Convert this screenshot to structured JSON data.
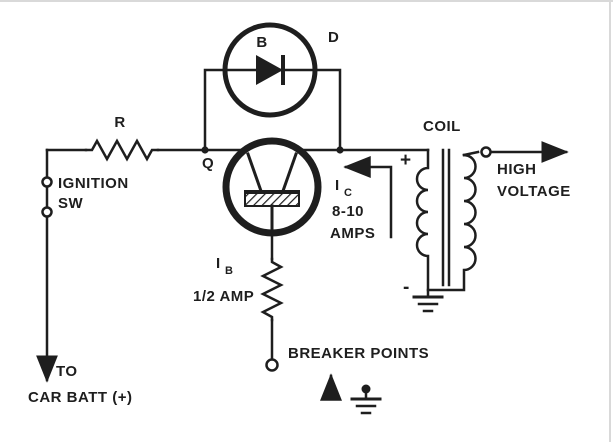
{
  "colors": {
    "ink": "#1e1e1e",
    "background": "#ffffff"
  },
  "schematic": {
    "components": {
      "diode": {
        "designator": "B",
        "name": "D"
      },
      "transistor": {
        "name": "Q"
      },
      "resistor": {
        "name": "R"
      },
      "ignition_switch": {
        "label_line1": "IGNITION",
        "label_line2": "SW"
      },
      "battery": {
        "label_line1": "TO",
        "label_line2": "CAR BATT (+)"
      },
      "collector_current": {
        "symbol": "I",
        "subscript": "C",
        "value_line1": "8-10",
        "value_line2": "AMPS"
      },
      "base_current": {
        "symbol": "I",
        "subscript": "B",
        "value": "1/2 AMP"
      },
      "breaker_points": {
        "label": "BREAKER POINTS"
      },
      "coil": {
        "label": "COIL",
        "primary_polarity_plus": "+",
        "primary_polarity_minus": "-",
        "output_line1": "HIGH",
        "output_line2": "VOLTAGE"
      }
    }
  }
}
